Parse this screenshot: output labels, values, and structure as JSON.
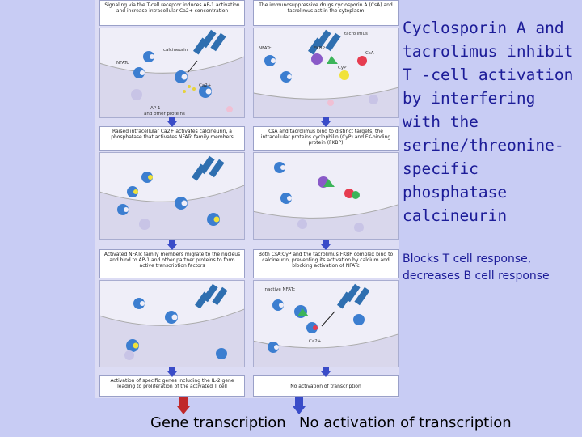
{
  "slide": {
    "title": "Cyclosporin A and tacrolimus inhibit T -cell activation by interfering with the serine/threonine-specific phosphatase calcineurin",
    "subtitle_line1": "Blocks T cell response,",
    "subtitle_line2": "decreases B cell response"
  },
  "figure": {
    "left": {
      "p1_caption": "Signaling via the T-cell receptor induces AP-1 activation and increase intracellular Ca2+ concentration",
      "p1_labels": [
        "calcineurin",
        "NFATc",
        "Ca2+",
        "AP-1",
        "and other proteins"
      ],
      "p2_caption": "Raised intracellular Ca2+ activates calcineurin, a phosphatase that activates NFATc family members",
      "p3_caption": "Activated NFATc family members migrate to the nucleus and bind to AP-1 and other partner proteins to form active transcription factors",
      "p4_caption": "Activation of specific genes including the IL-2 gene leading to proliferation of the activated T cell"
    },
    "right": {
      "p1_caption": "The immunosuppressive drugs cyclosporin A (CsA) and tacrolimus act in the cytoplasm",
      "p1_labels": [
        "tacrolimus",
        "NFATc",
        "FKBP",
        "CsA",
        "CyP"
      ],
      "p2_caption": "CsA and tacrolimus bind to distinct targets, the intracellular proteins cyclophilin (CyP) and FK-binding protein (FKBP)",
      "p3_caption": "Both CsA:CyP and the tacrolimus:FKBP complex bind to calcineurin, preventing its activation by calcium and blocking activation of NFATc",
      "p3_labels": [
        "inactive NFATc",
        "Ca2+"
      ],
      "p4_caption": "No activation of transcription"
    }
  },
  "bottom": {
    "left_label": "Gene transcription",
    "right_label": "No activation of transcription"
  },
  "colors": {
    "background": "#c8ccf4",
    "title_text": "#1c1c98",
    "arrow_blue": "#3a4cc8",
    "arrow_red": "#c0282a"
  }
}
